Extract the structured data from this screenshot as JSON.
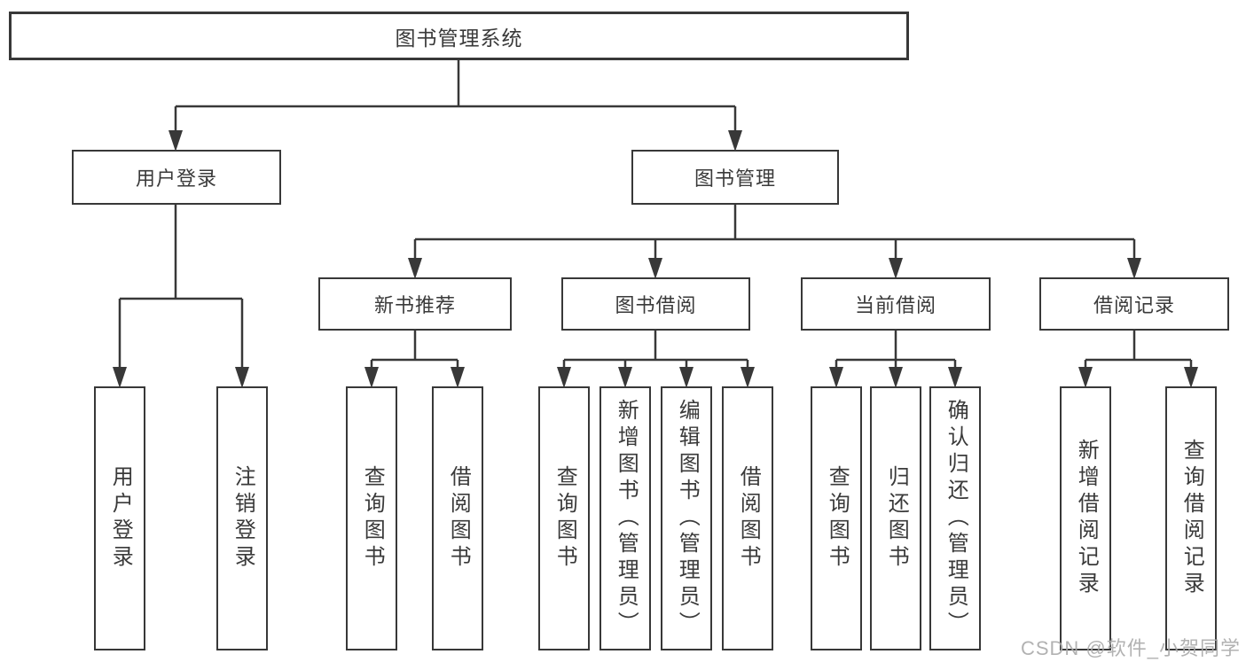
{
  "diagram": {
    "title": "图书管理系统",
    "branches": [
      {
        "label": "用户登录",
        "children": [
          {
            "label": "用户登录"
          },
          {
            "label": "注销登录"
          }
        ]
      },
      {
        "label": "图书管理",
        "children": [
          {
            "label": "新书推荐",
            "children": [
              {
                "label": "查询图书"
              },
              {
                "label": "借阅图书"
              }
            ]
          },
          {
            "label": "图书借阅",
            "children": [
              {
                "label": "查询图书"
              },
              {
                "label": "新增图书（管理员）"
              },
              {
                "label": "编辑图书（管理员）"
              },
              {
                "label": "借阅图书"
              }
            ]
          },
          {
            "label": "当前借阅",
            "children": [
              {
                "label": "查询图书"
              },
              {
                "label": "归还图书"
              },
              {
                "label": "确认归还（管理员）"
              }
            ]
          },
          {
            "label": "借阅记录",
            "children": [
              {
                "label": "新增借阅记录"
              },
              {
                "label": "查询借阅记录"
              }
            ]
          }
        ]
      }
    ]
  },
  "watermark": {
    "text": "CSDN @软件_小贺同学"
  },
  "colors": {
    "line": "#383838",
    "text": "#3a3a3a",
    "watermark": "#aaaaaa",
    "background": "#ffffff"
  }
}
